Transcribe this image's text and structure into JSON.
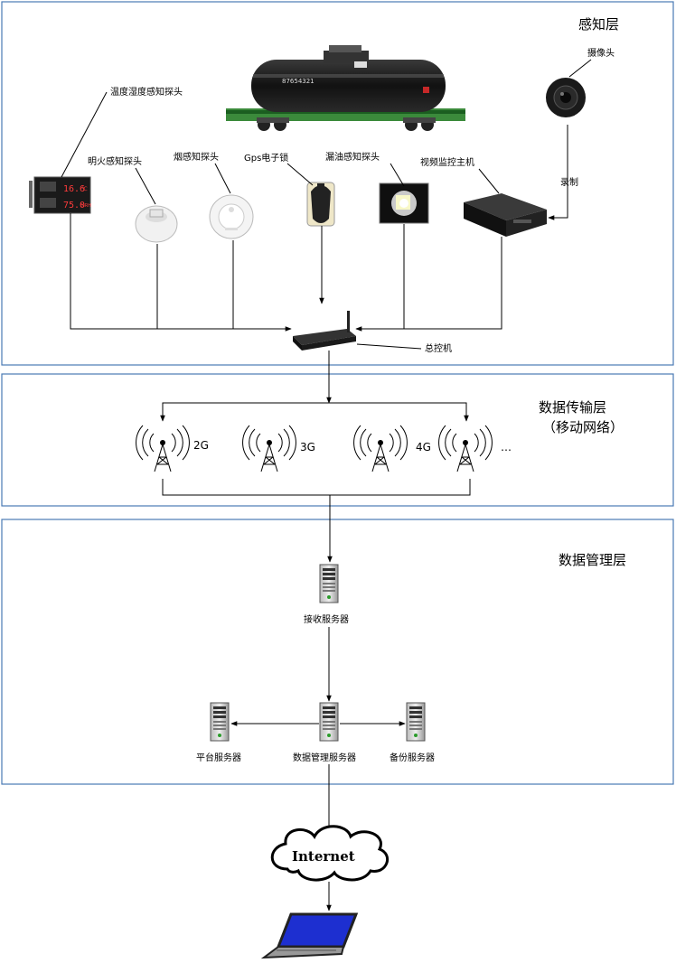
{
  "layers": {
    "perception": "感知层",
    "transmission": "数据传输层",
    "transmission_sub": "（移动网络）",
    "management": "数据管理层"
  },
  "tank_car": {
    "number": "87654321"
  },
  "sensors": {
    "temp_humidity": "温度湿度感知探头",
    "flame": "明火感知探头",
    "smoke": "烟感知探头",
    "gps_lock": "Gps电子锁",
    "oil_leak": "漏油感知探头",
    "video_host": "视频监控主机",
    "camera": "摄像头",
    "record": "录制",
    "controller": "总控机"
  },
  "thermo_display": {
    "temp": "16.6",
    "temp_unit": "℃",
    "humidity": "75.0",
    "humidity_unit": "%RH"
  },
  "networks": [
    "2G",
    "3G",
    "4G"
  ],
  "networks_more": "…",
  "servers": {
    "receive": "接收服务器",
    "platform": "平台服务器",
    "data_mgmt": "数据管理服务器",
    "backup": "备份服务器"
  },
  "internet": "Internet"
}
